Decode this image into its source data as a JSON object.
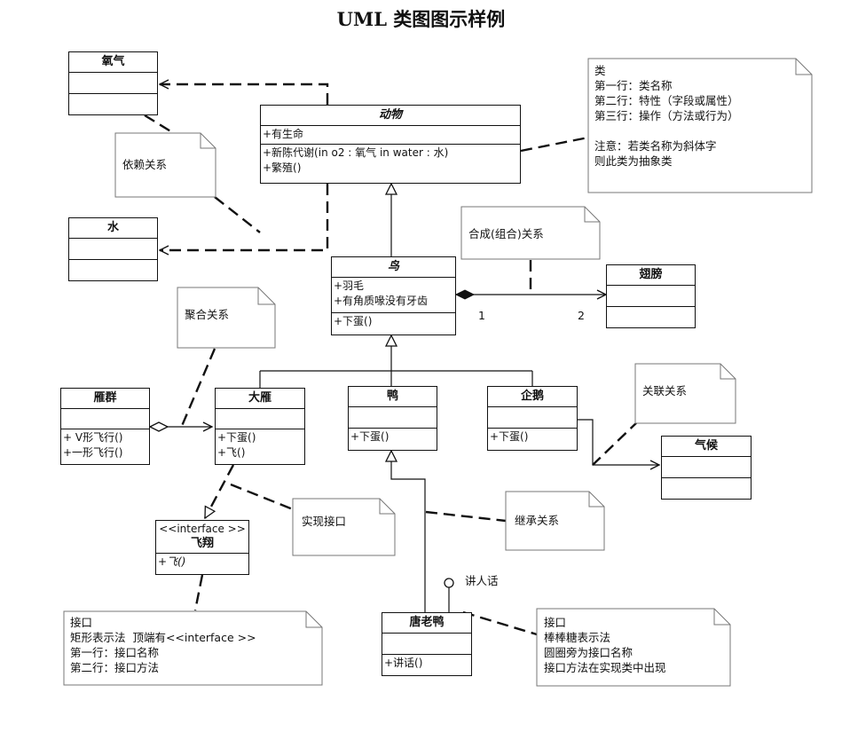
{
  "title": "UML 类图图示样例",
  "classes": {
    "oxygen": {
      "name": "氧气",
      "attrs": [],
      "ops": []
    },
    "water": {
      "name": "水",
      "attrs": [],
      "ops": []
    },
    "animal": {
      "name": "动物",
      "attrs": [
        "+有生命"
      ],
      "ops": [
        "+新陈代谢(in o2 : 氧气  in water : 水)",
        "+繁殖()"
      ]
    },
    "bird": {
      "name": "鸟",
      "attrs": [
        "+羽毛",
        "+有角质喙没有牙齿"
      ],
      "ops": [
        "+下蛋()"
      ]
    },
    "wing": {
      "name": "翅膀",
      "attrs": [],
      "ops": []
    },
    "geese_flock": {
      "name": "雁群",
      "attrs": [],
      "ops": [
        "+ V形飞行()",
        "+一形飞行()"
      ]
    },
    "wild_goose": {
      "name": "大雁",
      "attrs": [],
      "ops": [
        "+下蛋()",
        "+飞()"
      ]
    },
    "duck": {
      "name": "鸭",
      "attrs": [],
      "ops": [
        "+下蛋()"
      ]
    },
    "penguin": {
      "name": "企鹅",
      "attrs": [],
      "ops": [
        "+下蛋()"
      ]
    },
    "climate": {
      "name": "气候",
      "attrs": [],
      "ops": []
    },
    "fly": {
      "stereotype": "<<interface >>",
      "name": "飞翔",
      "ops": [
        "+飞()"
      ]
    },
    "donald": {
      "name": "唐老鸭",
      "attrs": [],
      "ops": [
        "+讲话()"
      ]
    }
  },
  "notes": {
    "class_note": "类\n第一行：类名称\n第二行：特性（字段或属性）\n第三行：操作（方法或行为）\n\n注意：若类名称为斜体字\n则此类为抽象类",
    "dependency": "依赖关系",
    "composition": "合成(组合)关系",
    "aggregation": "聚合关系",
    "association": "关联关系",
    "realization": "实现接口",
    "inheritance": "继承关系",
    "interface_rect": "接口\n矩形表示法  顶端有<<interface >>\n第一行：接口名称\n第二行：接口方法",
    "interface_lollipop": "接口\n棒棒糖表示法\n圆圈旁为接口名称\n接口方法在实现类中出现"
  },
  "labels": {
    "mult_left": "1",
    "mult_right": "2",
    "lollipop_name": "讲人话"
  }
}
